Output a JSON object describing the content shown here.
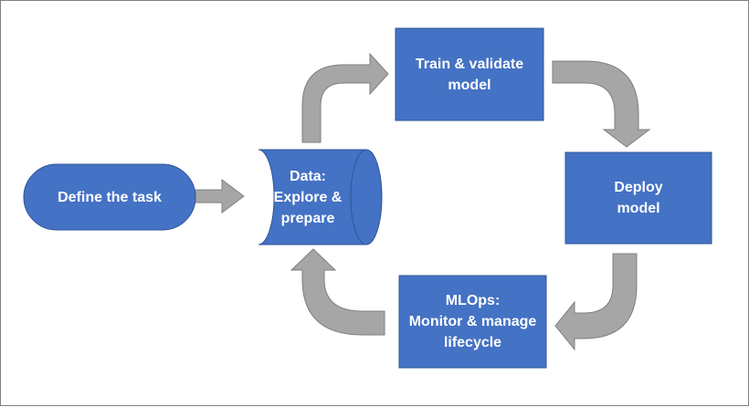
{
  "diagram": {
    "colors": {
      "node_fill": "#4472c4",
      "node_stroke": "#2f5597",
      "arrow_fill": "#a6a6a6",
      "arrow_stroke": "#7f7f7f",
      "text": "#ffffff",
      "frame": "#7f7f7f"
    },
    "nodes": {
      "define_task": {
        "shape": "terminator",
        "label": "Define the task"
      },
      "data": {
        "shape": "cylinder",
        "label": "Data:\nExplore &\nprepare"
      },
      "train": {
        "shape": "rectangle",
        "label": "Train & validate\nmodel"
      },
      "deploy": {
        "shape": "rectangle",
        "label": "Deploy\nmodel"
      },
      "mlops": {
        "shape": "rectangle",
        "label": "MLOps:\nMonitor & manage\nlifecycle"
      }
    },
    "edges": [
      {
        "from": "Define the task",
        "to": "Data: Explore & prepare"
      },
      {
        "from": "Data: Explore & prepare",
        "to": "Train & validate model"
      },
      {
        "from": "Train & validate model",
        "to": "Deploy model"
      },
      {
        "from": "Deploy model",
        "to": "MLOps: Monitor & manage lifecycle"
      },
      {
        "from": "MLOps: Monitor & manage lifecycle",
        "to": "Data: Explore & prepare"
      }
    ]
  }
}
